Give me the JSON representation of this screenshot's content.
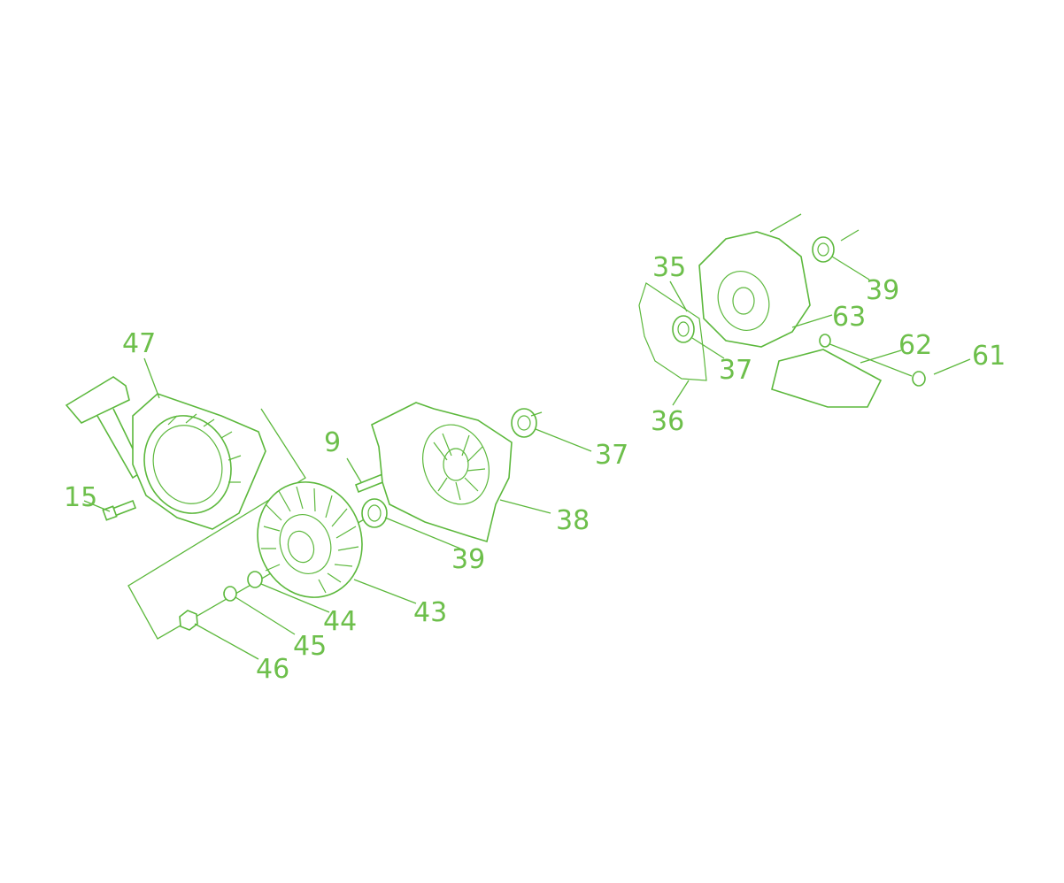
{
  "diagram": {
    "line_color": "#5cb83c",
    "label_color": "#6dbf4b",
    "callouts": [
      "47",
      "15",
      "9",
      "37",
      "38",
      "39",
      "43",
      "44",
      "45",
      "46",
      "35",
      "39",
      "63",
      "62",
      "61",
      "37",
      "36"
    ]
  }
}
